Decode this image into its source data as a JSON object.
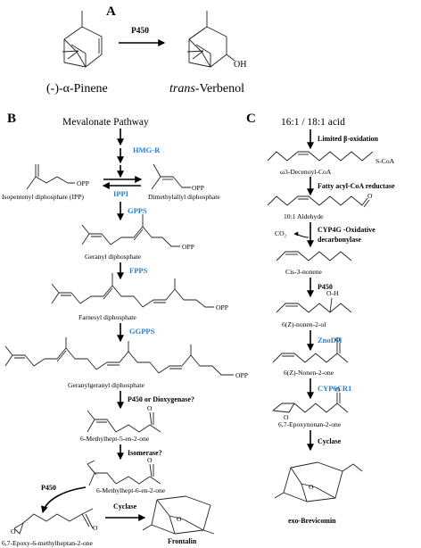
{
  "panels": {
    "a": "A",
    "b": "B",
    "c": "C"
  },
  "panel_a": {
    "substrate": "(-)-α-Pinene",
    "enzyme": "P450",
    "product_italic": "trans",
    "product_rest": "-Verbenol",
    "oh": "OH"
  },
  "panel_b": {
    "start": "Mevalonate Pathway",
    "enzymes": [
      "HMG-R",
      "IPPI",
      "GPPS",
      "FPPS",
      "GGPPS",
      "P450 or Dioxygenase?",
      "Isomerase?",
      "P450",
      "Cyclase"
    ],
    "labels": {
      "ipp": "Isopentenyl diphosphate (IPP)",
      "dmapp": "Dimethylallyl diphosphate",
      "gpp": "Geranyl diphosphate",
      "fpp": "Farnesyl diphosphate",
      "ggpp": "Geranylgeranyl diphosphate",
      "m5": "6-Methylhept-5-en-2-one",
      "m6": "6-Methylhept-6-en-2-one",
      "epoxy": "6,7-Epoxy-6-methylheptan-2-one",
      "frontalin": "Frontalin"
    },
    "opp": "OPP",
    "o": "O"
  },
  "panel_c": {
    "start": "16:1 / 18:1 acid",
    "enzymes": [
      "Limited β-oxidation",
      "Fatty acyl-CoA reductase",
      "CYP4G -Oxidative decarbonylase",
      "P450",
      "ZnoDH",
      "CYP6CR1",
      "Cyclase"
    ],
    "co2": "CO₂",
    "labels": {
      "decenoyl": "ω3-Decenoyl-CoA",
      "aldehyde": "10:1 Aldehyde",
      "nonene": "Cis-3-nonene",
      "nonenol": "6(Z)-nonen-2-ol",
      "nonenone": "6(Z)-Nonen-2-one",
      "epoxynonanone": "6,7-Epoxynonan-2-one",
      "brevicomin": "exo-Brevicomin"
    },
    "coa": "S-CoA",
    "oh": "O-H",
    "o": "O"
  }
}
